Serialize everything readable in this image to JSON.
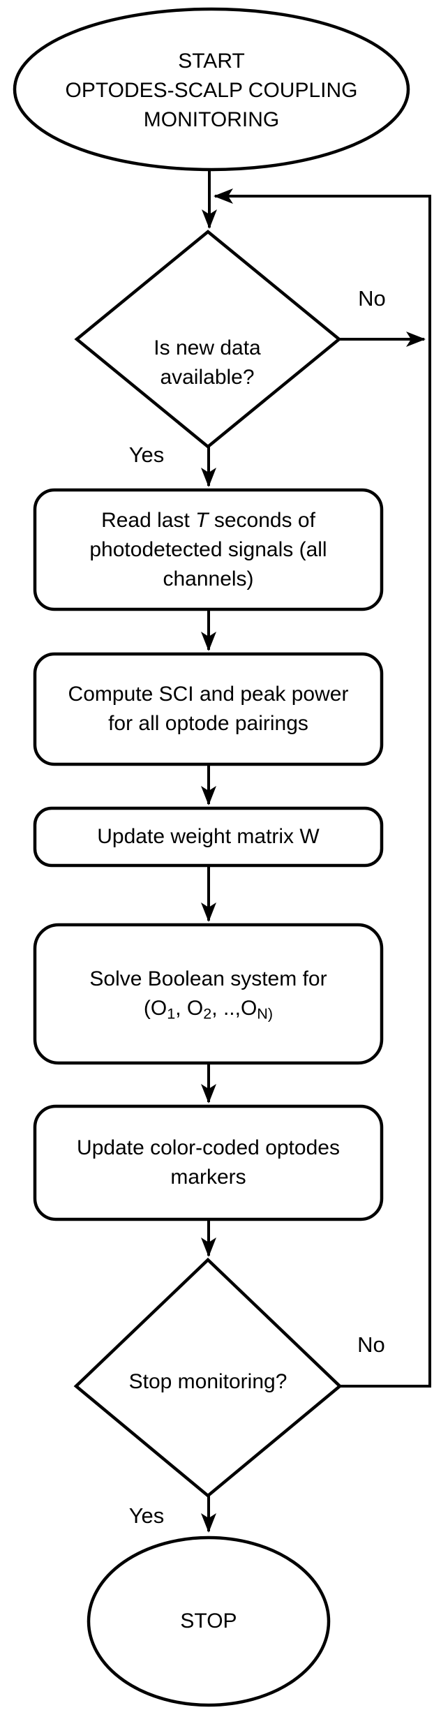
{
  "figure_title": "Optodes-scalp coupling monitoring flowchart",
  "colors": {
    "background": "#ffffff",
    "stroke": "#000000",
    "text": "#000000"
  },
  "nodes": {
    "start": {
      "type": "terminator",
      "lines": [
        "START",
        "OPTODES-SCALP COUPLING",
        "MONITORING"
      ]
    },
    "is_new_data": {
      "type": "decision",
      "lines": [
        "Is new data",
        "available?"
      ]
    },
    "read_signals": {
      "type": "process",
      "line1": {
        "pre": "Read last ",
        "italic": "T",
        "post": " seconds of"
      },
      "line2": "photodetected signals (all",
      "line3": "channels)"
    },
    "compute_sci": {
      "type": "process",
      "lines": [
        "Compute SCI and peak power",
        "for all optode pairings"
      ]
    },
    "update_weights": {
      "type": "process",
      "lines": [
        "Update weight matrix W"
      ]
    },
    "solve_boolean": {
      "type": "process",
      "line1": "Solve Boolean system for",
      "line2": {
        "p1": "(O",
        "s1": "1",
        "p2": ", O",
        "s2": "2",
        "p3": ", ..,O",
        "s3": "N)"
      }
    },
    "update_markers": {
      "type": "process",
      "lines": [
        "Update color-coded optodes",
        "markers"
      ]
    },
    "stop_monitoring": {
      "type": "decision",
      "lines": [
        "Stop monitoring?"
      ]
    },
    "stop": {
      "type": "terminator",
      "lines": [
        "STOP"
      ]
    }
  },
  "edges": {
    "no_new_data_label": "No",
    "yes_new_data_label": "Yes",
    "no_stop_label": "No",
    "yes_stop_label": "Yes"
  }
}
